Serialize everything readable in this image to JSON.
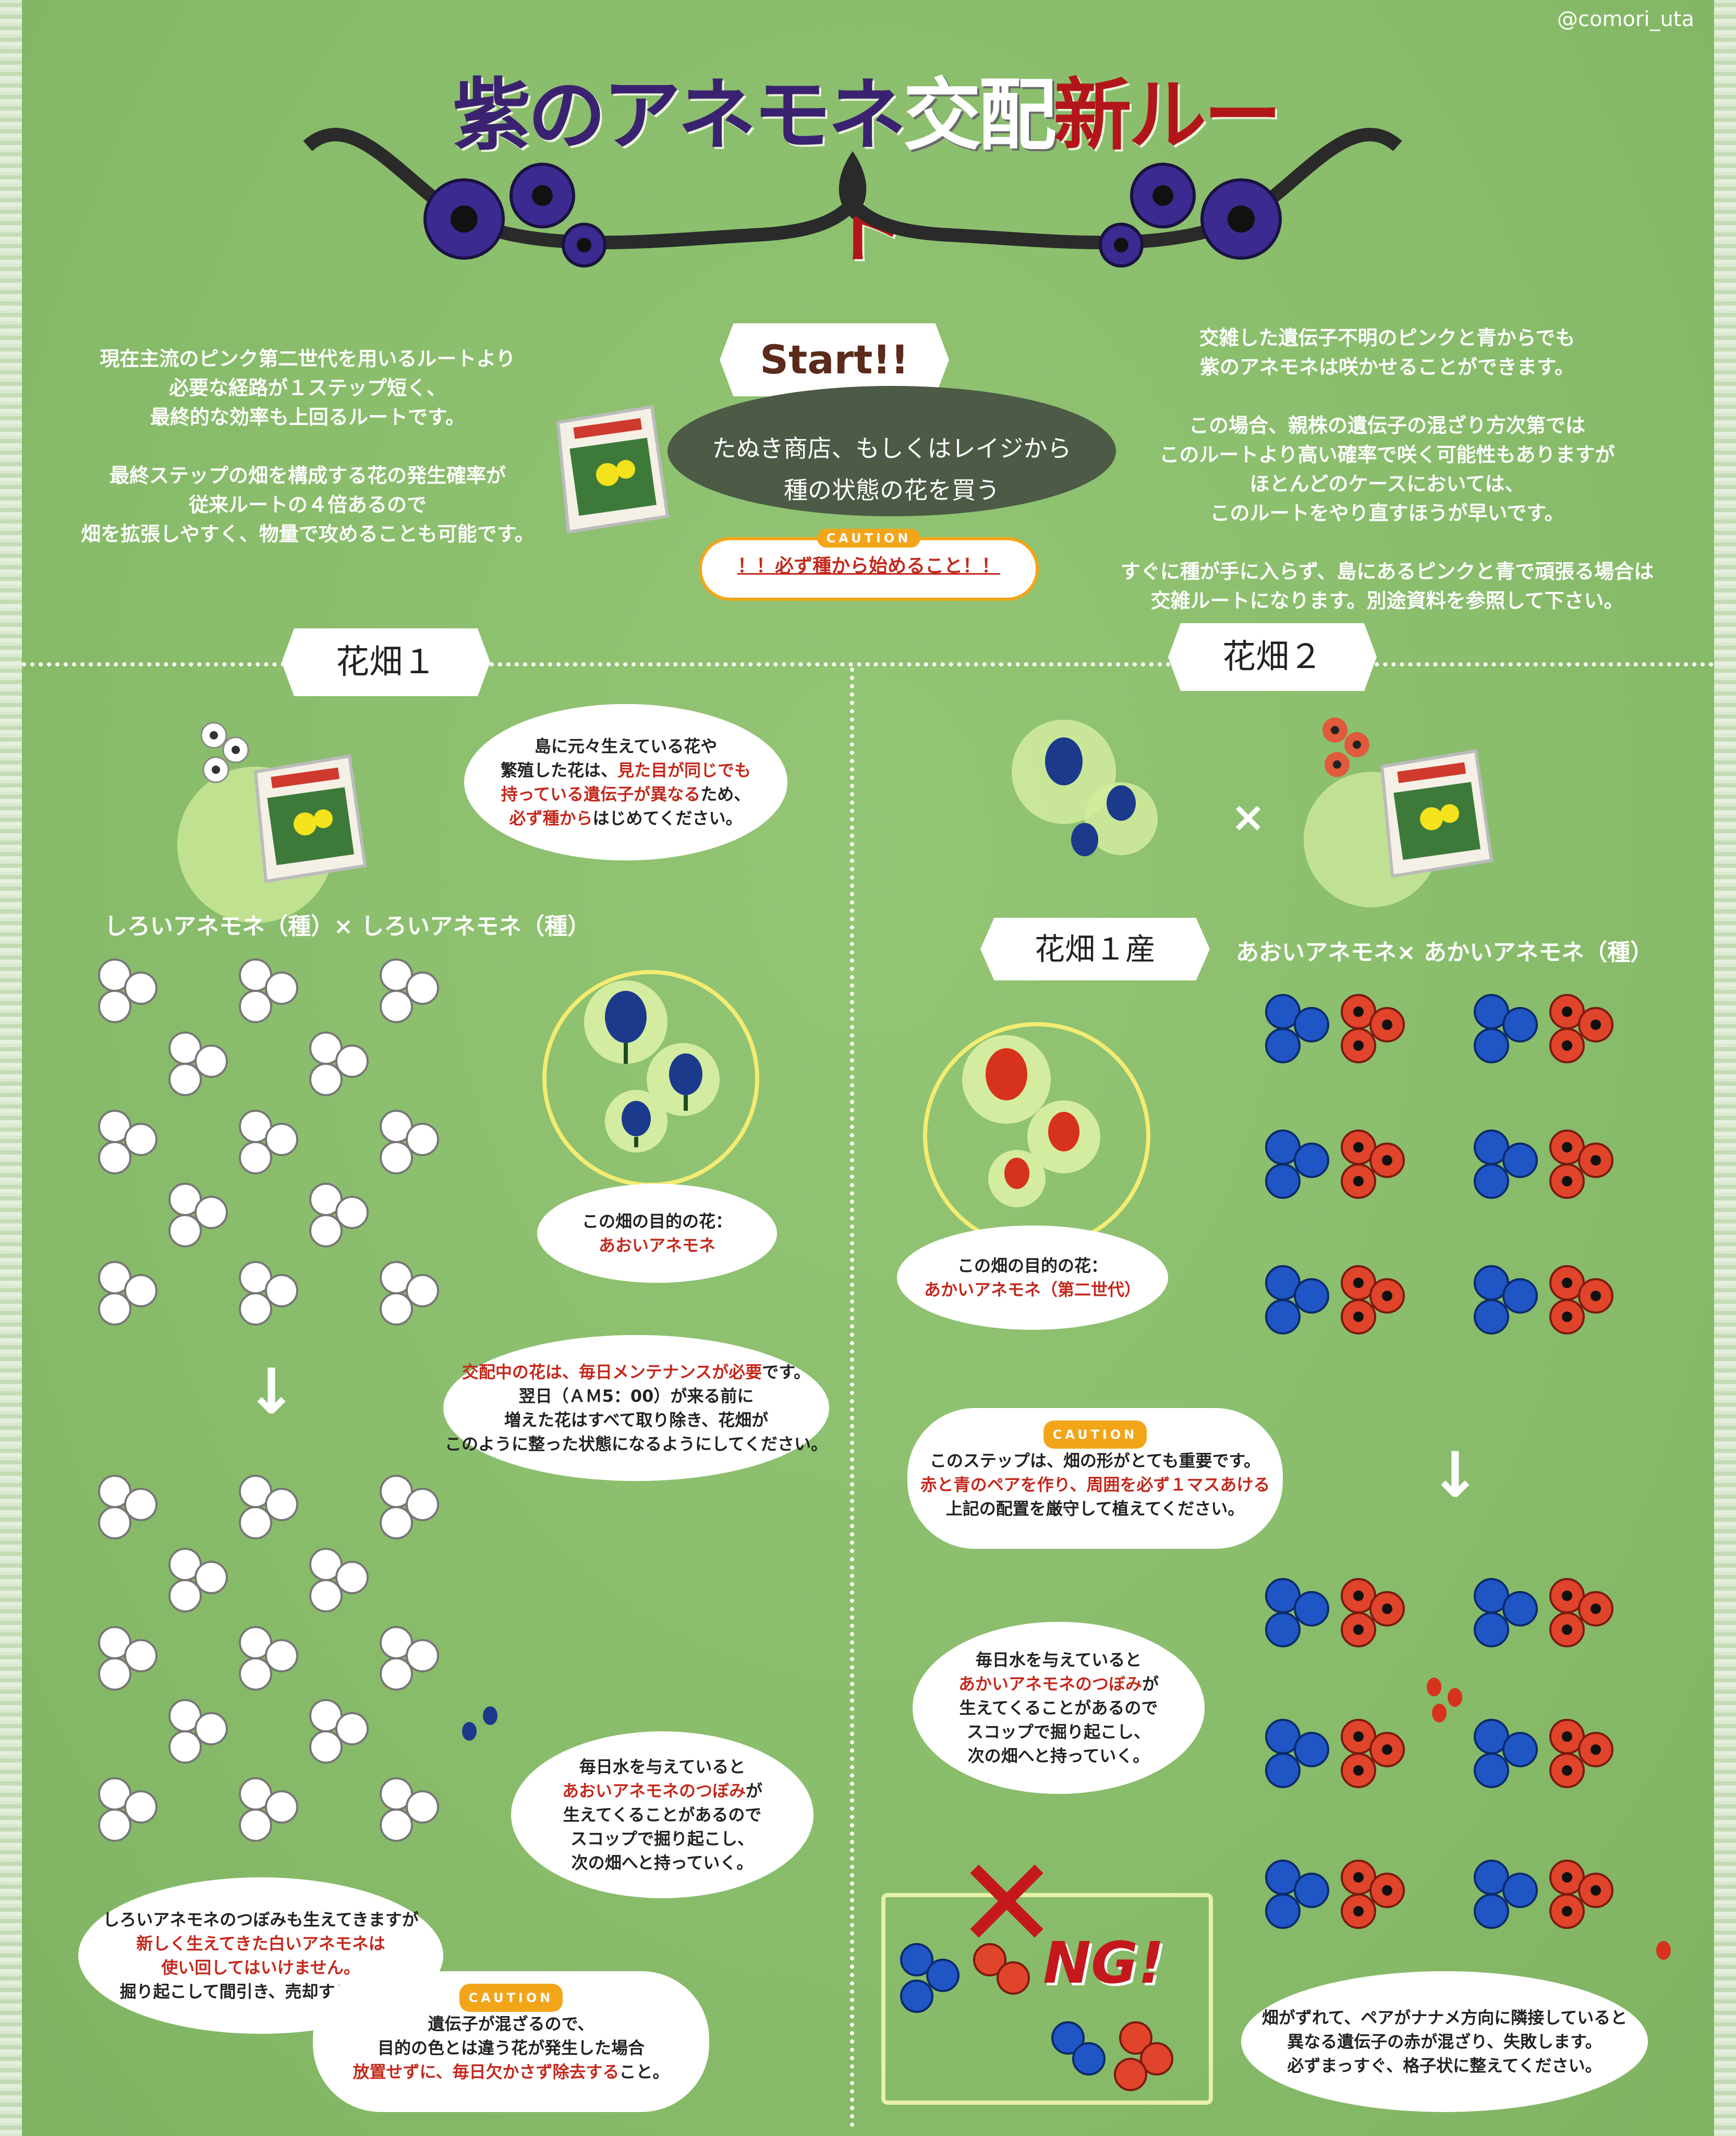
{
  "credit": "@comori_uta",
  "title": {
    "part1": "紫のアネモネ",
    "part2": "交配",
    "part3": "新ルート"
  },
  "colors": {
    "title_purple": "#3b2270",
    "title_white": "#ffffff",
    "title_red": "#b3161a",
    "accent_red": "#c4281c",
    "caution": "#f3a51a",
    "background": "#8dbf6f"
  },
  "start": {
    "banner": "Start!!",
    "line1": "たぬき商店、もしくはレイジから",
    "line2": "種の状態の花を買う",
    "caution_tag": "CAUTION",
    "warning": "！！必ず種から始めること！！"
  },
  "intro_left": [
    "現在主流のピンク第二世代を用いるルートより",
    "必要な経路が１ステップ短く、",
    "最終的な効率も上回るルートです。",
    "",
    "最終ステップの畑を構成する花の発生確率が",
    "従来ルートの４倍あるので",
    "畑を拡張しやすく、物量で攻めることも可能です。"
  ],
  "intro_right": [
    "交雑した遺伝子不明のピンクと青からでも",
    "紫のアネモネは咲かせることができます。",
    "",
    "この場合、親株の遺伝子の混ざり方次第では",
    "このルートより高い確率で咲く可能性もありますが",
    "ほとんどのケースにおいては、",
    "このルートをやり直すほうが早いです。",
    "",
    "すぐに種が手に入らず、島にあるピンクと青で頑張る場合は",
    "交雑ルートになります。別途資料を参照して下さい。"
  ],
  "field1": {
    "banner": "花畑１",
    "tip": {
      "l1": "島に元々生えている花や",
      "l2a": "繁殖した花は、",
      "l2b": "見た目が同じでも",
      "l3a": "持っている遺伝子が異なる",
      "l3b": "ため、",
      "l4a": "必ず種から",
      "l4b": "はじめてください。"
    },
    "cross_label": "しろいアネモネ（種）× しろいアネモネ（種）",
    "goal": {
      "line1": "この畑の目的の花：",
      "line2": "あおいアネモネ"
    },
    "maintain": {
      "l1": "交配中の花は、毎日メンテナンスが必要",
      "l1b": "です。",
      "l2": "翌日（ＡＭ5：00）が来る前に",
      "l3": "増えた花はすべて取り除き、花畑が",
      "l4": "このように整った状態になるようにしてください。"
    },
    "arrow": "↓",
    "bud": {
      "l1": "毎日水を与えていると",
      "l2": "あおいアネモネのつぼみ",
      "l2b": "が",
      "l3": "生えてくることがあるので",
      "l4": "スコップで掘り起こし、",
      "l5": "次の畑へと持っていく。"
    },
    "white_note": {
      "l1": "しろいアネモネのつぼみも生えてきますが",
      "l2": "新しく生えてきた白いアネモネは",
      "l3": "使い回してはいけません。",
      "l4": "掘り起こして間引き、売却すること。"
    },
    "caution_tag": "CAUTION",
    "caution": {
      "l1": "遺伝子が混ざるので、",
      "l2": "目的の色とは違う花が発生した場合",
      "l3a": "放置せずに、毎日欠かさず除去する",
      "l3b": "こと。"
    }
  },
  "field2": {
    "banner": "花畑２",
    "times": "×",
    "source_banner": "花畑１産",
    "cross_label": "あおいアネモネ×  あかいアネモネ（種）",
    "goal": {
      "line1": "この畑の目的の花：",
      "line2": "あかいアネモネ（第二世代）"
    },
    "caution_tag": "CAUTION",
    "caution": {
      "l1": "このステップは、畑の形がとても重要です。",
      "l2": "赤と青のペアを作り、周囲を必ず１マスあける",
      "l3": "上記の配置を厳守して植えてください。"
    },
    "arrow": "↓",
    "bud": {
      "l1": "毎日水を与えていると",
      "l2": "あかいアネモネのつぼみ",
      "l2b": "が",
      "l3": "生えてくることがあるので",
      "l4": "スコップで掘り起こし、",
      "l5": "次の畑へと持っていく。"
    },
    "ng_mark": "✕",
    "ng_text": "NG!",
    "ng_note": {
      "l1": "畑がずれて、ペアがナナメ方向に隣接していると",
      "l2": "異なる遺伝子の赤が混ざり、失敗します。",
      "l3": "必ずまっすぐ、格子状に整えてください。"
    }
  }
}
